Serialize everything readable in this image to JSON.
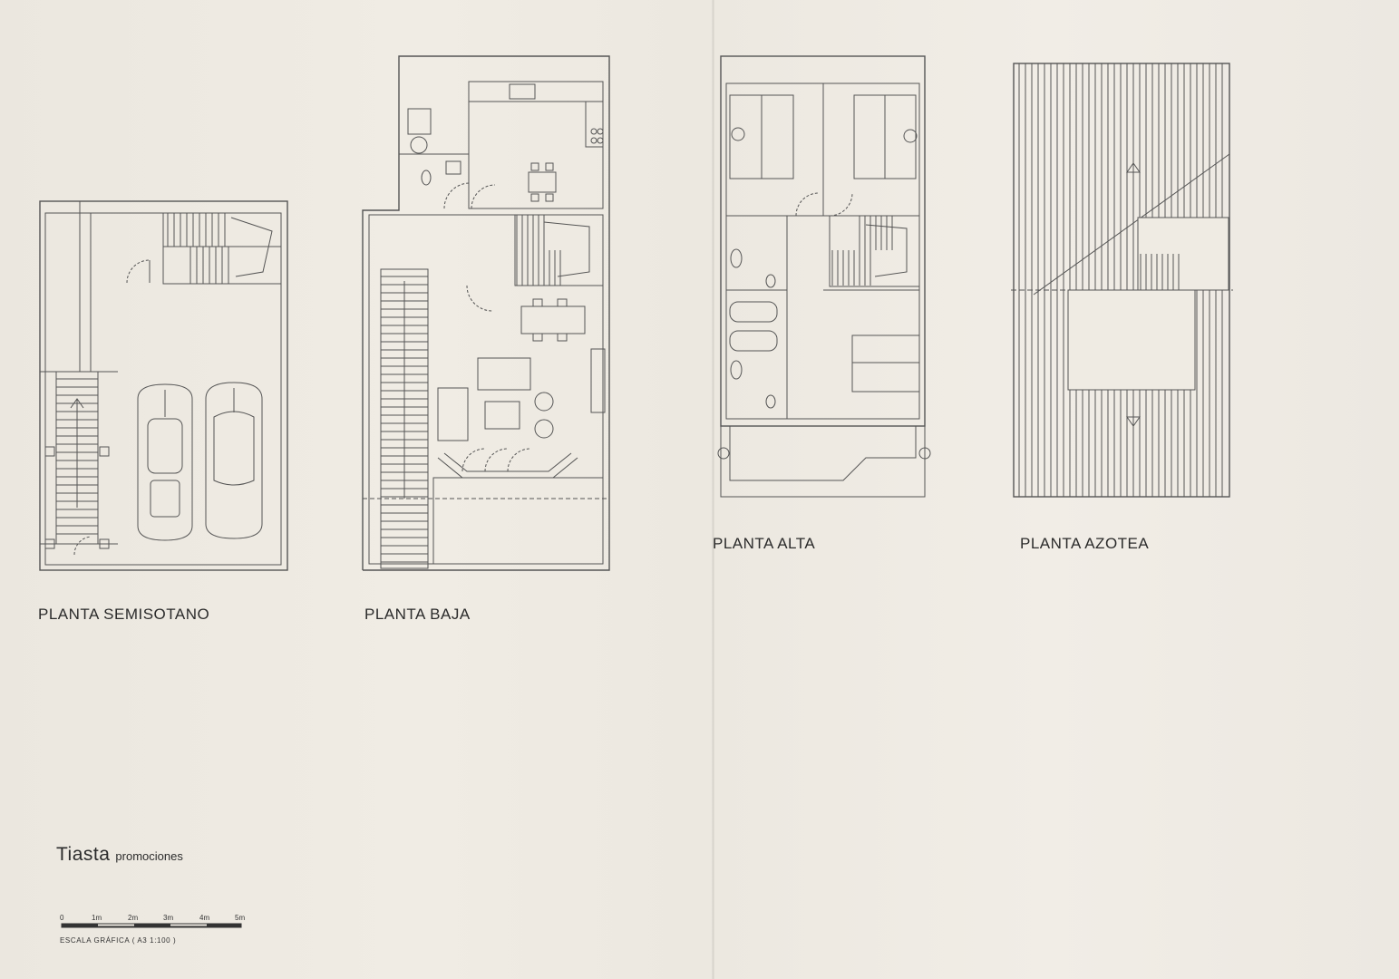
{
  "plans": [
    {
      "id": "semisotano",
      "label": "PLANTA SEMISOTANO"
    },
    {
      "id": "baja",
      "label": "PLANTA BAJA"
    },
    {
      "id": "alta",
      "label": "PLANTA ALTA"
    },
    {
      "id": "azotea",
      "label": "PLANTA AZOTEA"
    }
  ],
  "brand": {
    "name": "Tiasta",
    "subtitle": "promociones"
  },
  "scale_bar": {
    "ticks": [
      "0",
      "1m",
      "2m",
      "3m",
      "4m",
      "5m"
    ],
    "caption": "ESCALA GRÁFICA   ( A3   1:100 )"
  },
  "colors": {
    "paper": "#eeeae2",
    "ink": "#2b2b2b",
    "line": "#555555"
  }
}
